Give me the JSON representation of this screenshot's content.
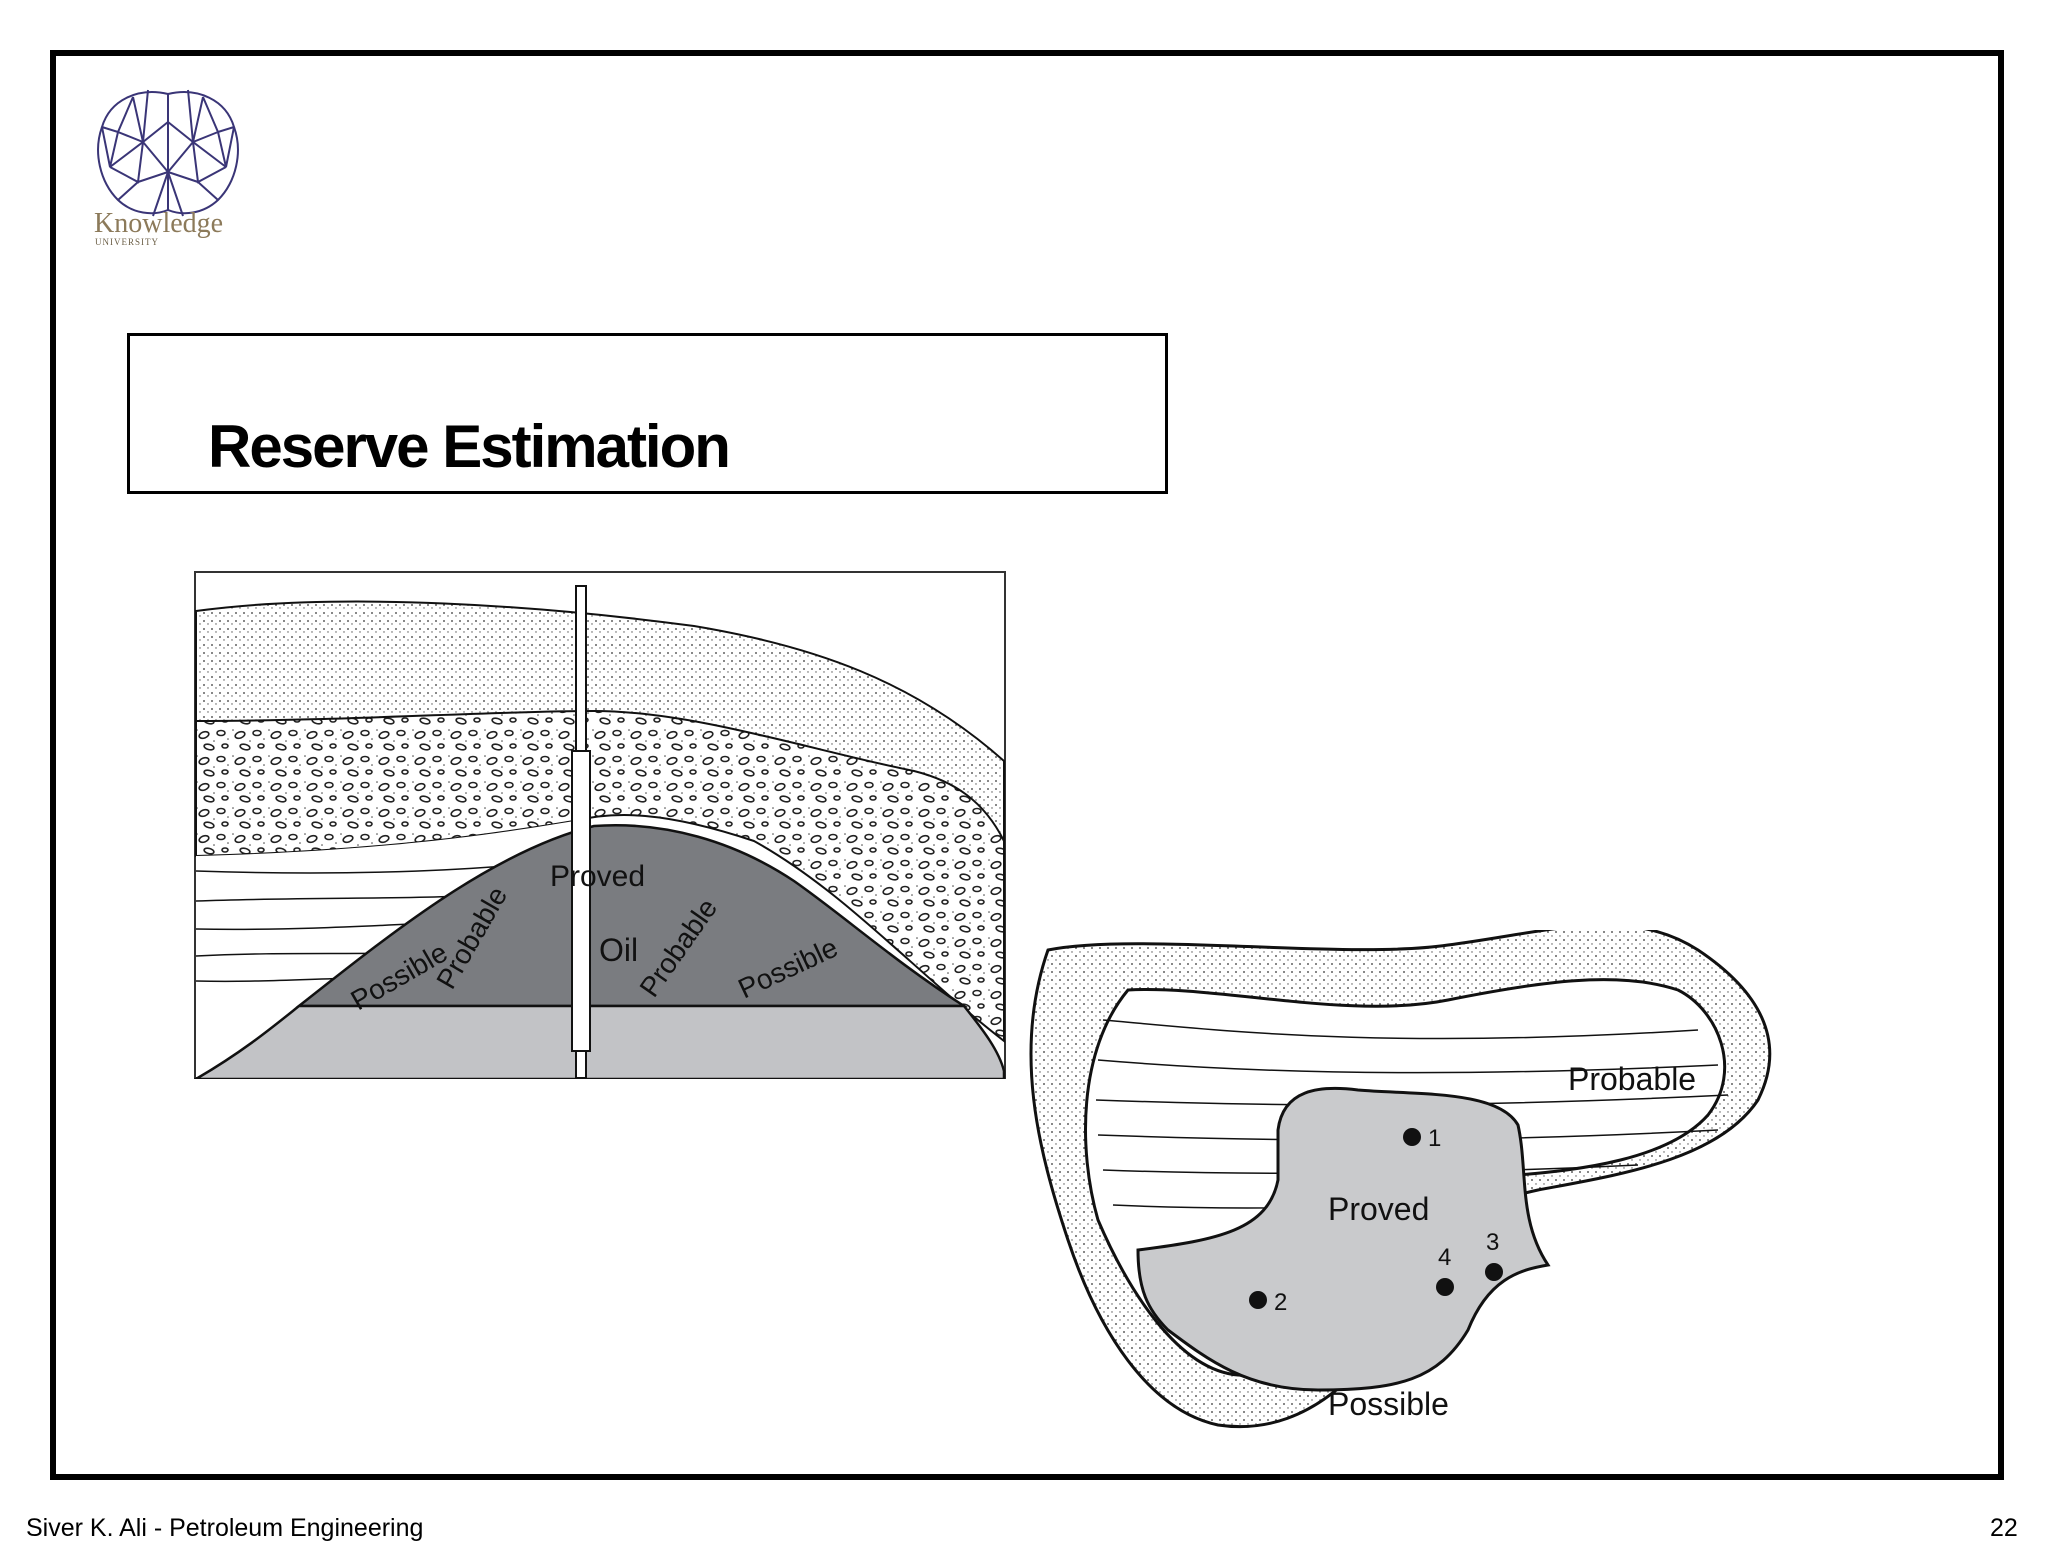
{
  "logo": {
    "name": "Knowledge",
    "subtitle": "UNIVERSITY"
  },
  "slide": {
    "title": "Reserve Estimation"
  },
  "cross_section": {
    "labels": {
      "proved": "Proved",
      "oil": "Oil",
      "probable_left": "Probable",
      "probable_right": "Probable",
      "possible_left": "Possible",
      "possible_right": "Possible"
    }
  },
  "map_view": {
    "labels": {
      "probable": "Probable",
      "proved": "Proved",
      "possible": "Possible"
    },
    "wells": [
      "1",
      "2",
      "3",
      "4"
    ]
  },
  "footer": {
    "author": "Siver K. Ali - Petroleum Engineering",
    "page_number": "22"
  },
  "colors": {
    "logo_lines": "#3a3577",
    "logo_text": "#8c7a5a",
    "oil_zone": "#7a7c80",
    "water_zone": "#c2c3c6",
    "proved_area": "#c9cacc"
  }
}
